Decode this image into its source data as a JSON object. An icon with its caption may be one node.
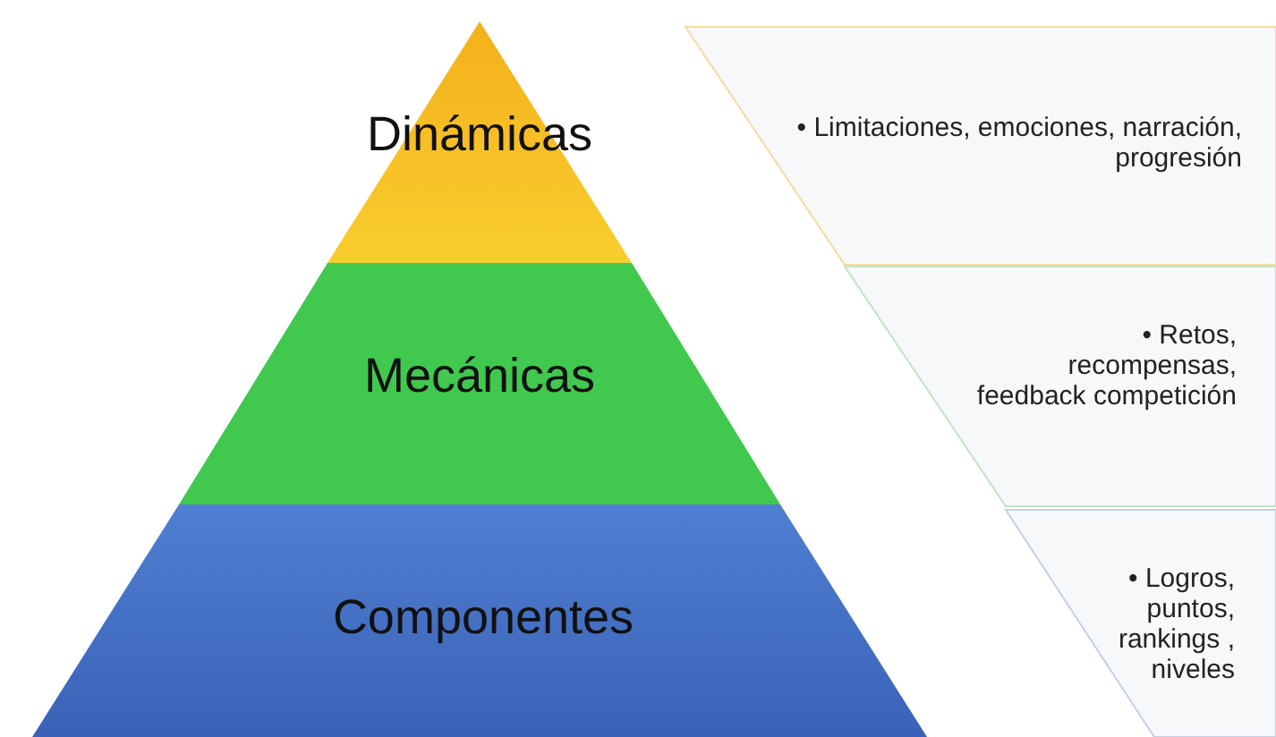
{
  "diagram": {
    "nodes": [
      {
        "text": [
          "Dinámicas"
        ]
      },
      {
        "text": [
          "Mecánicas"
        ]
      },
      {
        "text": [
          "Componentes"
        ]
      },
      {
        "text": [
          "• Limitaciones, emociones, narración, progresión"
        ]
      },
      {
        "text": [
          "• Retos, recompensas, feedback competición"
        ]
      },
      {
        "text": [
          "• Logros, puntos, rankings , niveles"
        ]
      }
    ]
  }
}
